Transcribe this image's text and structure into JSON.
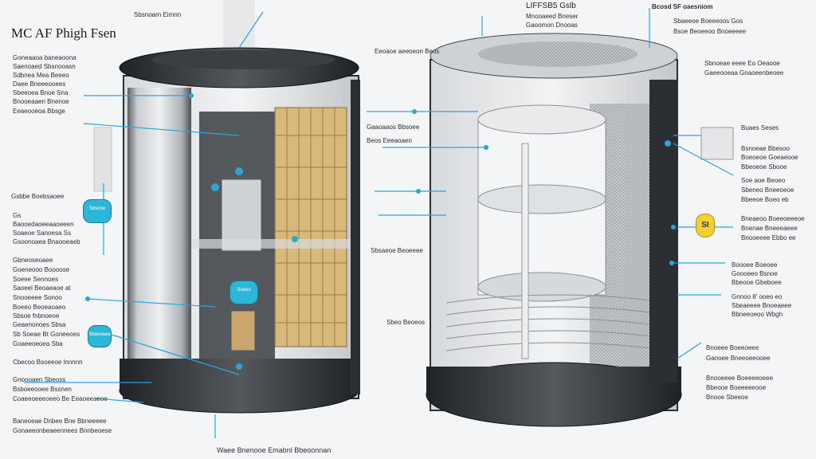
{
  "title": "MC AF Phigh Fsen",
  "top_caption": "Sbsnoarn Eimnn",
  "right_title": "LIFFSB5 Gslb",
  "right_sub": "Mnooaeed Bneser",
  "right_sub2": "Gaoomon Dnooas",
  "corner_title": "Bcosd SF oaesniom",
  "left_labels": [
    "Goneaaoa baneaoona",
    "Saenoaed Sbsnooasn",
    "Sdbnea Mea Beeeo",
    "Daee Bneeeooees",
    "Sbeeoea Bnoe Sna",
    "Bnooeaaen Bnenoe",
    "Eeaeooeoa Bbsge"
  ],
  "mid_left_title": "Gsbbe Boebsaoee",
  "mid_left_labels": [
    "Gs",
    "Baooedaoeeaaoeeen",
    "Soaeoe Sanoesa Ss",
    "Gsoonoaea Bnaooeaeb"
  ],
  "lower_left_labels": [
    "Gbneoseoaee",
    "Goeneooo Boooose",
    "Soeee Sennoes",
    "Saoeel Beoaeaoe at",
    "Snooeeee Sonoo",
    "Boeeo Beoeaoaeo",
    "Sbsoe fnbnoeoe",
    "Geaenonoes Sbsa",
    "Sb Soeae Bt Goneeoes",
    "Goaeeoeoea Sba"
  ],
  "bottom_left_labels": [
    "Cbecoo Bsoeeoe lnnnnn",
    "Gnoooaen Sbeoss",
    "Bsboeeooee Bssnen",
    "Coaeeoeeeoeeo Be Eeaoeeaeoe",
    "Baneoeae Dnbee Bne Bbneeeee",
    "Gonaeeonbeaeennees Bnnbeoese"
  ],
  "center_labels": [
    "Eeoaoe aeeoeon  Beos",
    "Gaaoaaos Bbsoee",
    "Beos Eeeaoaen",
    "Sbsaeoe Beoeeee",
    "Sbeo Beoeos"
  ],
  "right_labels": [
    "Sbaeeoe Boeeeoos Gos",
    "Bsoe Beoeeoo Bnoeeeee",
    "Sbnoeae eeee Eo Oeaooe",
    "Gaeeooeaa Gnaoeenbeoee",
    "Buaes Seses",
    "Bsnoeae Bbesoo",
    "Boeoeoe Goeaeooe",
    "Bbeoeoe Sbooe",
    "Soe aoe Beoeo",
    "Sbeneo Bneeoeoe",
    "Bbeeoe Boeo eb",
    "Bneaeoo Boeeoeeeoe",
    "Bnenae Bneeeaeee",
    "Bnooeeee Ebbo ee",
    "Boooee Boeoee",
    "Goooeeo Bsnoe",
    "Bbeooe Gbeboee",
    "Gnnoo 8' ooeo eo",
    "Sbeaeeee Bnoeaeee",
    "Bbneeoeoo Wbgh",
    "Bnoeee Boeeoeee",
    "Ganoee Bneeoeeooee",
    "Bnooeeee Boeeeeoeee",
    "Bbeooe Boeeeeeooe",
    "Bnooe Sbeeoe"
  ],
  "chip_labels": [
    "Sbsone",
    "Sbaoeaea",
    "Soeeo"
  ],
  "badge": "SI",
  "bottom_caption": "Waee Bnenooe Emabnl Bbeoonnan",
  "colors": {
    "leader": "#2aa6d6",
    "body": "#2a2e33",
    "filter": "#c9a66b"
  }
}
